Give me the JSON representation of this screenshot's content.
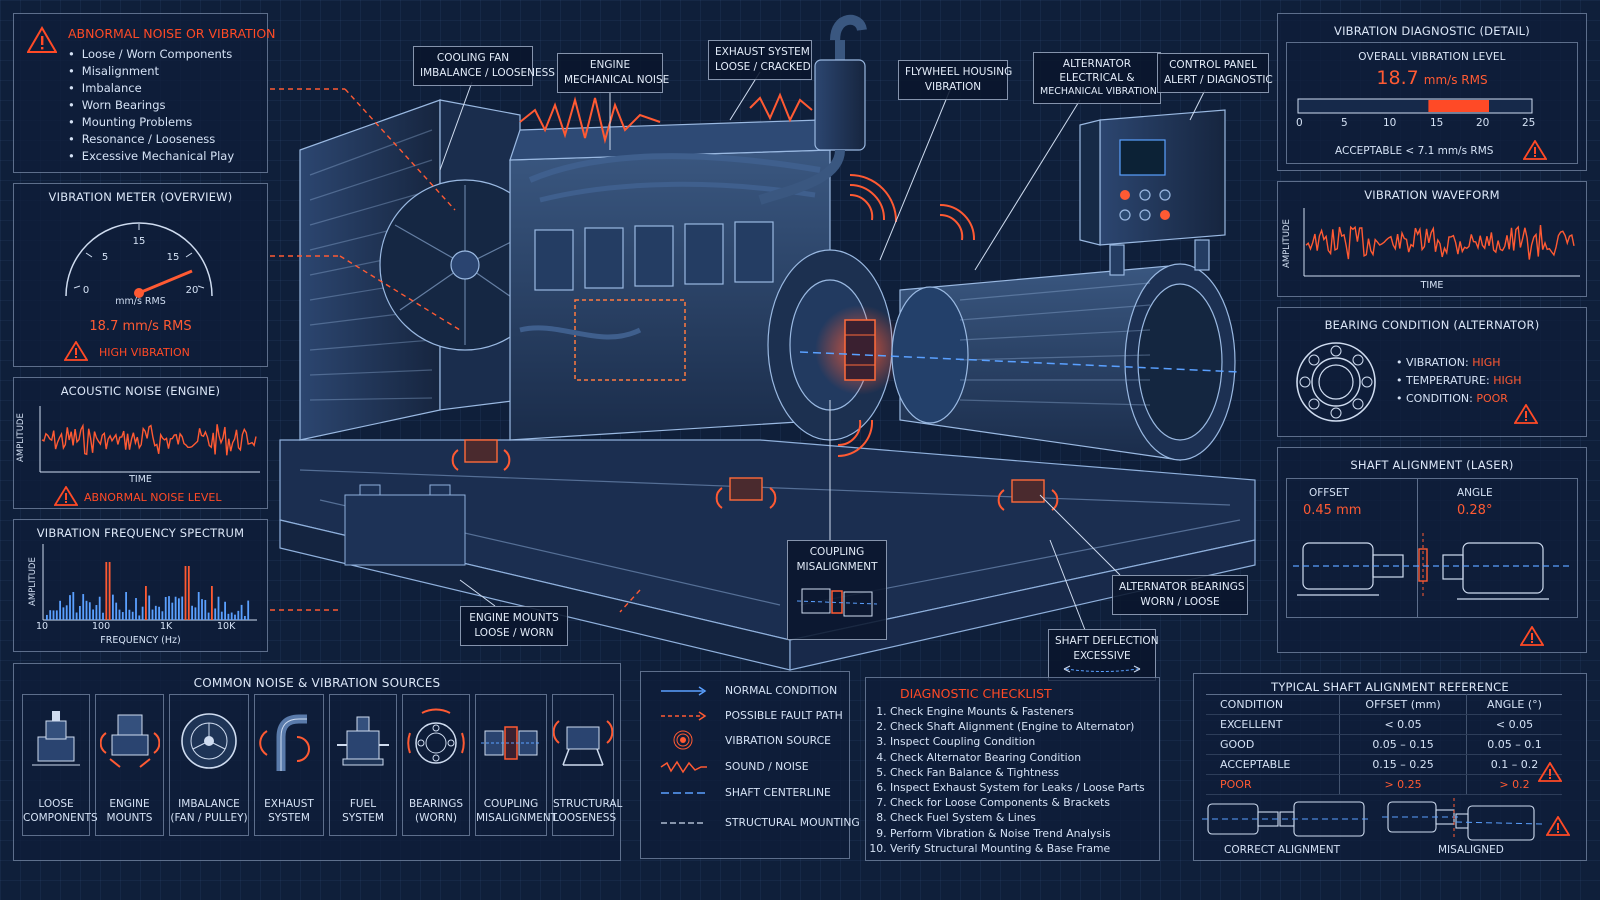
{
  "colors": {
    "accent_red": "#ff5a33",
    "blueprint_bg": "#0f1f3a",
    "line_blue": "#5aa0ff",
    "panel_border": "#bed2f0"
  },
  "fault_panel": {
    "title": "ABNORMAL NOISE OR VIBRATION",
    "items": [
      "Loose / Worn Components",
      "Misalignment",
      "Imbalance",
      "Worn Bearings",
      "Mounting Problems",
      "Resonance / Looseness",
      "Excessive Mechanical Play"
    ]
  },
  "meter_panel": {
    "title": "VIBRATION METER (OVERVIEW)",
    "ticks": [
      "0",
      "5",
      "15",
      "15",
      "20"
    ],
    "unit": "mm/s RMS",
    "value": "18.7 mm/s RMS",
    "status": "HIGH VIBRATION"
  },
  "acoustic_panel": {
    "title": "ACOUSTIC NOISE (ENGINE)",
    "ylabel": "AMPLITUDE",
    "xlabel": "TIME",
    "status": "ABNORMAL NOISE LEVEL"
  },
  "spectrum_panel": {
    "title": "VIBRATION FREQUENCY SPECTRUM",
    "ylabel": "AMPLITUDE",
    "xticks": [
      "10",
      "100",
      "1K",
      "10K"
    ],
    "xlabel": "FREQUENCY (Hz)"
  },
  "detail_panel": {
    "title": "VIBRATION DIAGNOSTIC (DETAIL)",
    "subtitle": "OVERALL VIBRATION LEVEL",
    "value_number": "18.7",
    "value_unit": "mm/s RMS",
    "scale_ticks": [
      "0",
      "5",
      "10",
      "15",
      "20",
      "25"
    ],
    "level_value": 18.7,
    "scale_max": 25,
    "acceptable": "ACCEPTABLE < 7.1 mm/s RMS"
  },
  "waveform_panel": {
    "title": "VIBRATION WAVEFORM",
    "ylabel": "AMPLITUDE",
    "xlabel": "TIME"
  },
  "bearing_panel": {
    "title": "BEARING CONDITION (ALTERNATOR)",
    "rows": [
      {
        "label": "VIBRATION:",
        "value": "HIGH"
      },
      {
        "label": "TEMPERATURE:",
        "value": "HIGH"
      },
      {
        "label": "CONDITION:",
        "value": "POOR"
      }
    ]
  },
  "alignment_panel": {
    "title": "SHAFT ALIGNMENT (LASER)",
    "offset_label": "OFFSET",
    "offset_value": "0.45 mm",
    "angle_label": "ANGLE",
    "angle_value": "0.28°"
  },
  "callouts": {
    "cooling_fan": [
      "COOLING FAN",
      "IMBALANCE / LOOSENESS"
    ],
    "engine_noise": [
      "ENGINE",
      "MECHANICAL NOISE"
    ],
    "exhaust": [
      "EXHAUST SYSTEM",
      "LOOSE / CRACKED"
    ],
    "flywheel": [
      "FLYWHEEL HOUSING",
      "VIBRATION"
    ],
    "alternator": [
      "ALTERNATOR",
      "ELECTRICAL &",
      "MECHANICAL VIBRATION"
    ],
    "control_panel": [
      "CONTROL PANEL",
      "ALERT / DIAGNOSTIC"
    ],
    "coupling": [
      "COUPLING",
      "MISALIGNMENT"
    ],
    "alt_bearings": [
      "ALTERNATOR BEARINGS",
      "WORN / LOOSE"
    ],
    "engine_mounts": [
      "ENGINE MOUNTS",
      "LOOSE / WORN"
    ],
    "shaft_deflection": [
      "SHAFT DEFLECTION",
      "EXCESSIVE"
    ]
  },
  "sources_panel": {
    "title": "COMMON NOISE & VIBRATION SOURCES",
    "items": [
      {
        "line1": "LOOSE",
        "line2": "COMPONENTS",
        "icon": "loose-components-icon"
      },
      {
        "line1": "ENGINE",
        "line2": "MOUNTS",
        "icon": "engine-mount-icon"
      },
      {
        "line1": "IMBALANCE",
        "line2": "(FAN / PULLEY)",
        "icon": "fan-pulley-icon"
      },
      {
        "line1": "EXHAUST",
        "line2": "SYSTEM",
        "icon": "exhaust-pipe-icon"
      },
      {
        "line1": "FUEL",
        "line2": "SYSTEM",
        "icon": "fuel-pump-icon"
      },
      {
        "line1": "BEARINGS",
        "line2": "(WORN)",
        "icon": "bearing-icon"
      },
      {
        "line1": "COUPLING",
        "line2": "MISALIGNMENT",
        "icon": "coupling-icon"
      },
      {
        "line1": "STRUCTURAL",
        "line2": "LOOSENESS",
        "icon": "structural-icon"
      }
    ]
  },
  "legend": [
    "NORMAL CONDITION",
    "POSSIBLE FAULT PATH",
    "VIBRATION SOURCE",
    "SOUND / NOISE",
    "SHAFT CENTERLINE",
    "STRUCTURAL MOUNTING"
  ],
  "checklist": {
    "title": "DIAGNOSTIC CHECKLIST",
    "items": [
      "Check Engine Mounts & Fasteners",
      "Check Shaft Alignment (Engine to Alternator)",
      "Inspect Coupling Condition",
      "Check Alternator Bearing Condition",
      "Check Fan Balance & Tightness",
      "Inspect Exhaust System for Leaks / Loose Parts",
      "Check for Loose Components & Brackets",
      "Check Fuel System & Lines",
      "Perform Vibration & Noise Trend Analysis",
      "Verify Structural Mounting & Base Frame"
    ]
  },
  "reference": {
    "title": "TYPICAL SHAFT ALIGNMENT REFERENCE",
    "headers": [
      "CONDITION",
      "OFFSET (mm)",
      "ANGLE (°)"
    ],
    "rows": [
      [
        "EXCELLENT",
        "< 0.05",
        "< 0.05"
      ],
      [
        "GOOD",
        "0.05 – 0.15",
        "0.05 – 0.1"
      ],
      [
        "ACCEPTABLE",
        "0.15 – 0.25",
        "0.1 – 0.2"
      ],
      [
        "POOR",
        "> 0.25",
        "> 0.2"
      ]
    ],
    "correct_label": "CORRECT ALIGNMENT",
    "misaligned_label": "MISALIGNED"
  }
}
